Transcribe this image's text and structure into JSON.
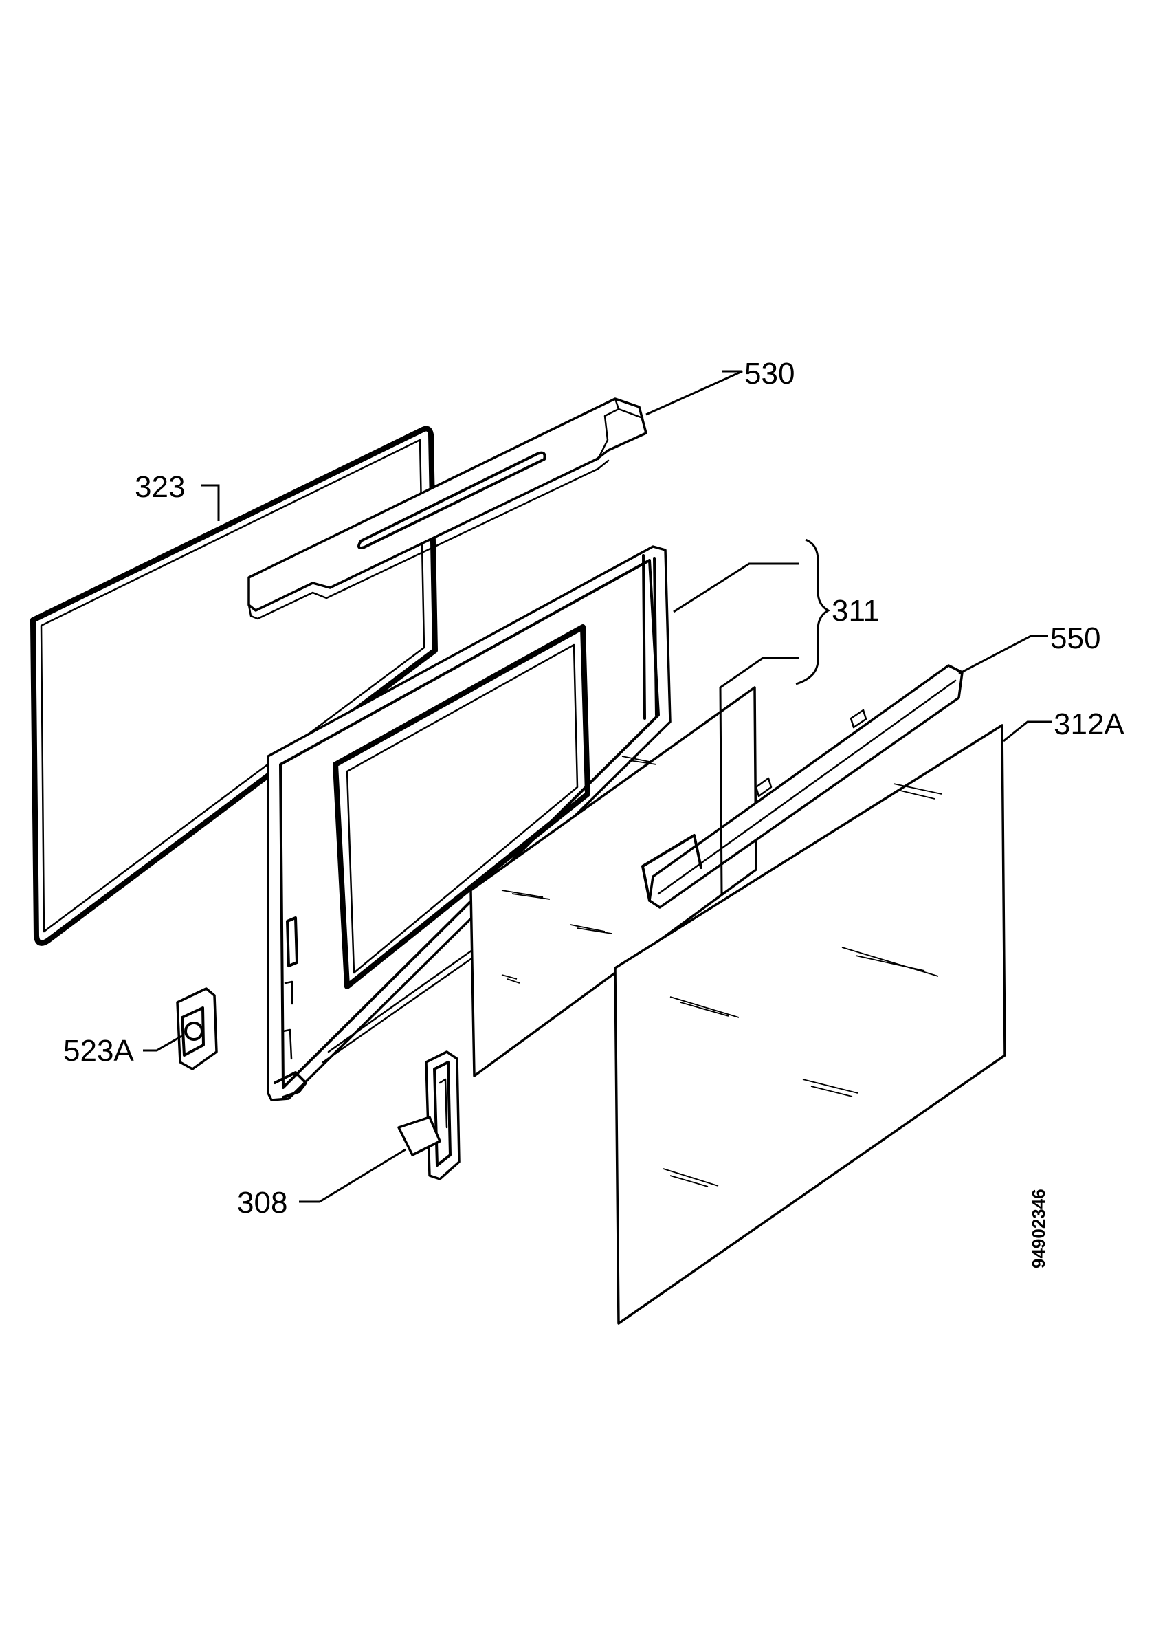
{
  "parts": [
    {
      "id": "p323",
      "label": "323"
    },
    {
      "id": "p530",
      "label": "530"
    },
    {
      "id": "p311",
      "label": "311"
    },
    {
      "id": "p550",
      "label": "550"
    },
    {
      "id": "p312a",
      "label": "312A"
    },
    {
      "id": "p523a",
      "label": "523A"
    },
    {
      "id": "p308",
      "label": "308"
    }
  ],
  "drawing_number": "94902346"
}
